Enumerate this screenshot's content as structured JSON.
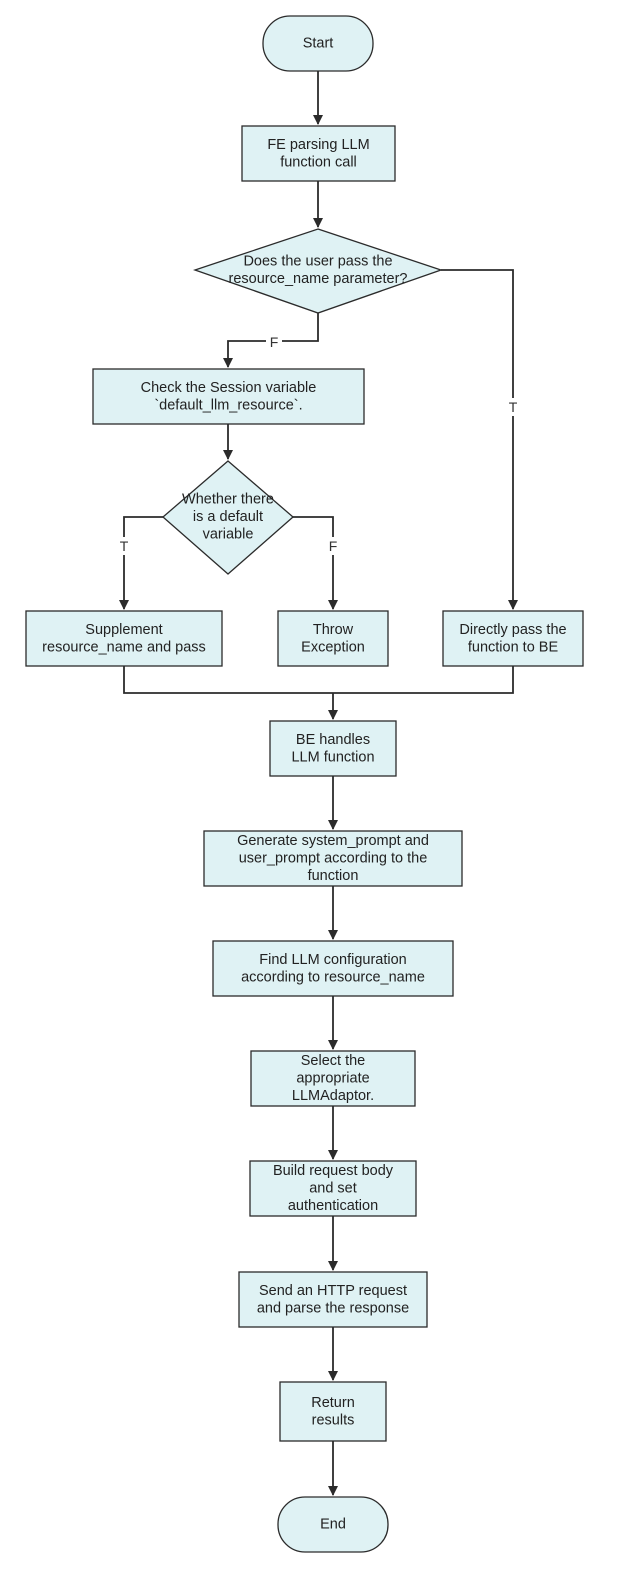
{
  "nodes": {
    "start": {
      "lines": [
        "Start"
      ]
    },
    "fe_parse": {
      "lines": [
        "FE parsing LLM",
        "function call"
      ]
    },
    "check_param": {
      "lines": [
        "Does the user pass the",
        "resource_name parameter?"
      ]
    },
    "check_session": {
      "lines": [
        "Check the Session variable",
        "`default_llm_resource`."
      ]
    },
    "has_default": {
      "lines": [
        "Whether there",
        "is a default",
        "variable"
      ]
    },
    "supplement": {
      "lines": [
        "Supplement",
        "resource_name and pass"
      ]
    },
    "throw": {
      "lines": [
        "Throw",
        "Exception"
      ]
    },
    "direct": {
      "lines": [
        "Directly pass the",
        "function to BE"
      ]
    },
    "be_handles": {
      "lines": [
        "BE handles",
        "LLM function"
      ]
    },
    "gen_prompt": {
      "lines": [
        "Generate system_prompt and",
        "user_prompt according to the",
        "function"
      ]
    },
    "find_config": {
      "lines": [
        "Find LLM configuration",
        "according to resource_name"
      ]
    },
    "select_adaptor": {
      "lines": [
        "Select the",
        "appropriate",
        "LLMAdaptor."
      ]
    },
    "build_request": {
      "lines": [
        "Build request body",
        "and set",
        "authentication"
      ]
    },
    "send_http": {
      "lines": [
        "Send an HTTP request",
        "and parse the response"
      ]
    },
    "return_results": {
      "lines": [
        "Return",
        "results"
      ]
    },
    "end": {
      "lines": [
        "End"
      ]
    }
  },
  "edge_labels": {
    "param_false": "F",
    "param_true": "T",
    "default_true": "T",
    "default_false": "F"
  },
  "colors": {
    "node_fill": "#dff2f4",
    "stroke": "#2b2b2b"
  }
}
